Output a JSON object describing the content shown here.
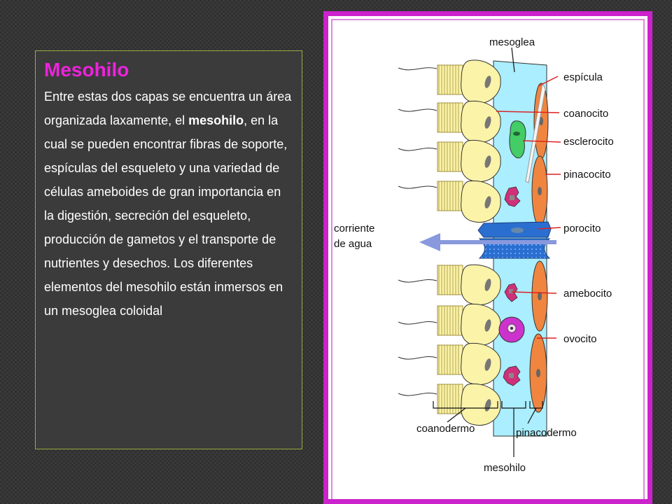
{
  "slide": {
    "title": "Mesohilo",
    "body_before": "Entre estas dos capas se encuentra un área organizada laxamente, el ",
    "body_bold": "mesohilo",
    "body_after": ", en la cual se pueden encontrar fibras de soporte, espículas del esqueleto y una variedad de células ameboides de gran importancia en la digestión, secreción del esqueleto, producción de gametos y el transporte de nutrientes y desechos. Los diferentes elementos del mesohilo están inmersos en un mesoglea coloidal"
  },
  "diagram": {
    "labels": {
      "mesoglea": "mesoglea",
      "espicula": "espícula",
      "coanocito": "coanocito",
      "esclerocito": "esclerocito",
      "pinacocito": "pinacocito",
      "porocito": "porocito",
      "amebocito": "amebocito",
      "ovocito": "ovocito",
      "corriente_1": "corriente",
      "corriente_2": "de agua",
      "coanodermo": "coanodermo",
      "pinacodermo": "pinacodermo",
      "mesohilo": "mesohilo"
    },
    "colors": {
      "frame": "#cc22cc",
      "title": "#ee22dd",
      "mesohyl": "#aaeeff",
      "choanocyte": "#fbf3a8",
      "pinacocyte": "#f08540",
      "porocyte": "#2a6fd0",
      "sclerocyte": "#44cc66",
      "amoebocyte": "#d0307a",
      "oocyte": "#cc33cc",
      "arrow": "#8899dd",
      "leader": "#dd2222"
    }
  }
}
